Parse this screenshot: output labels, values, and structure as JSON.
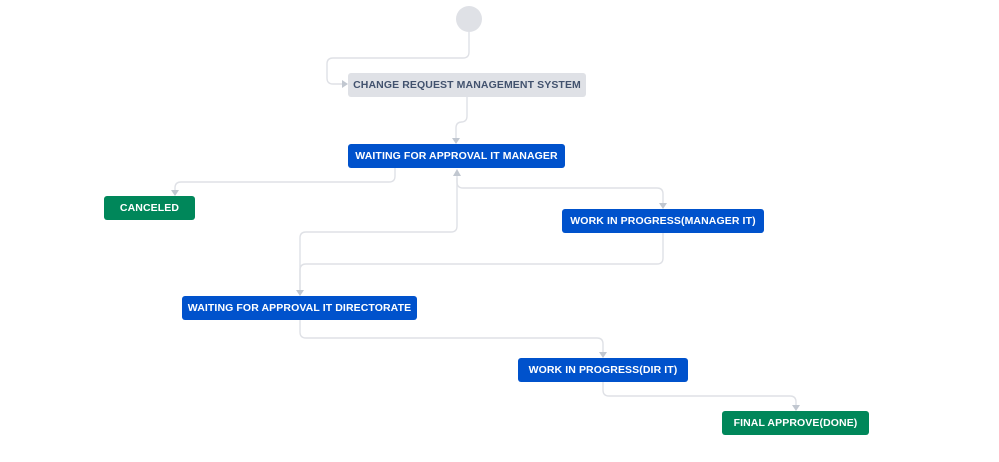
{
  "workflow": {
    "statuses": {
      "change_request": {
        "label": "CHANGE REQUEST MANAGEMENT SYSTEM",
        "category": "todo"
      },
      "waiting_manager": {
        "label": "WAITING FOR APPROVAL IT MANAGER",
        "category": "inprogress"
      },
      "canceled": {
        "label": "CANCELED",
        "category": "done"
      },
      "wip_manager": {
        "label": "WORK IN PROGRESS(MANAGER IT)",
        "category": "inprogress"
      },
      "waiting_directorate": {
        "label": "WAITING FOR APPROVAL IT DIRECTORATE",
        "category": "inprogress"
      },
      "wip_dir": {
        "label": "WORK IN PROGRESS(DIR IT)",
        "category": "inprogress"
      },
      "final_approve": {
        "label": "FINAL APPROVE(DONE)",
        "category": "done"
      }
    },
    "colors": {
      "todo_bg": "#dfe1e6",
      "todo_text": "#42526e",
      "inprogress_bg": "#0052cc",
      "done_bg": "#00875a",
      "connector": "#dfe1e6",
      "arrow": "#c1c7d0"
    }
  }
}
